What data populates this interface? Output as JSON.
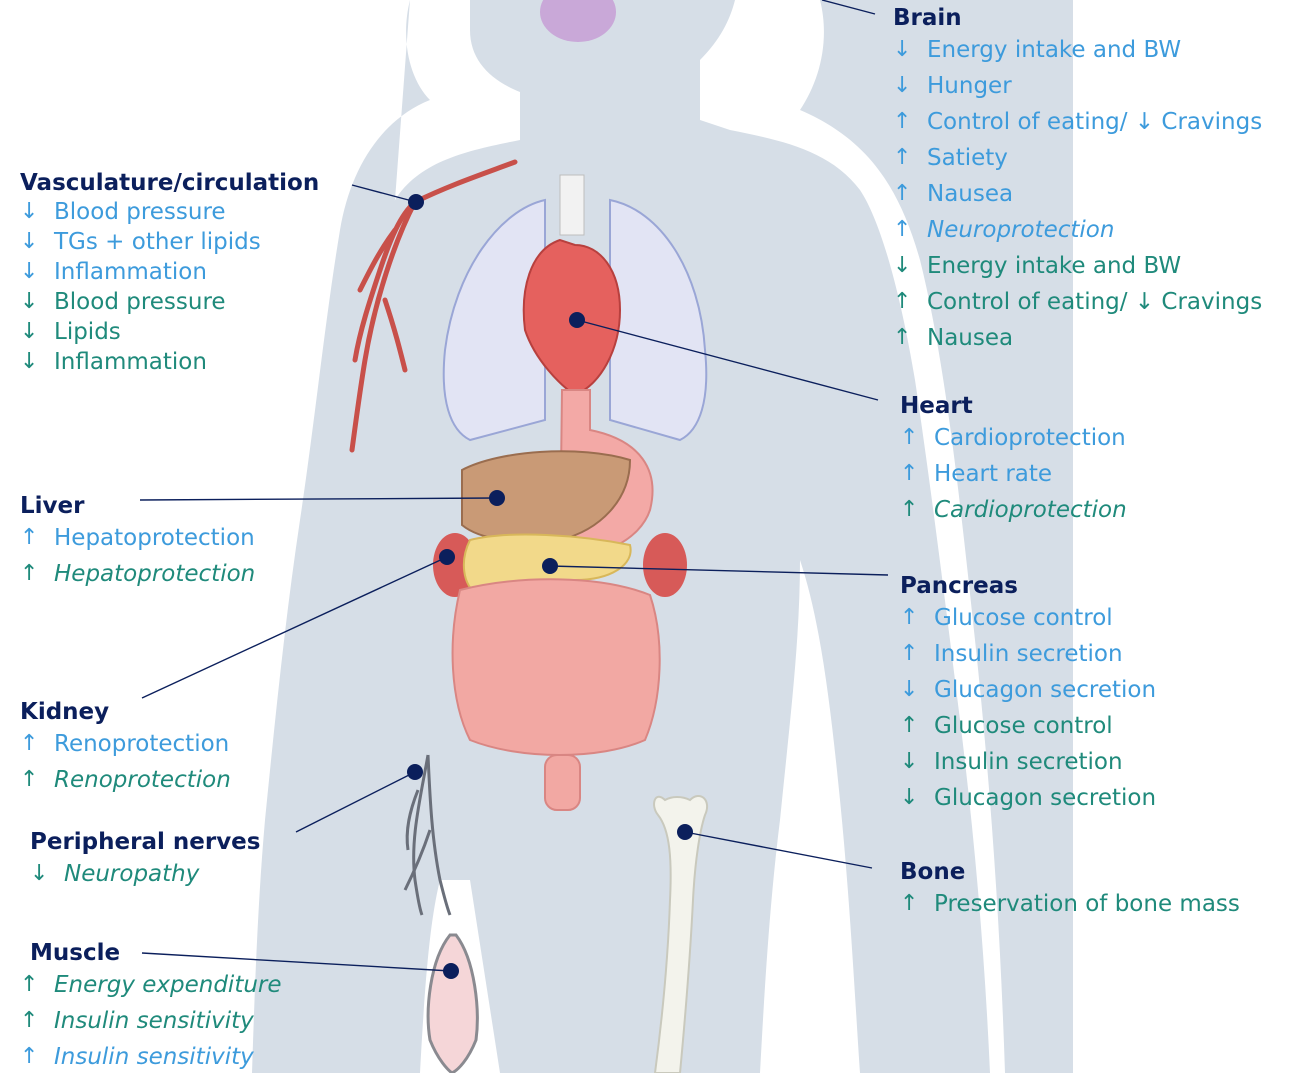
{
  "colors": {
    "title": "#0b1f5c",
    "blue": "#3d9bdc",
    "teal": "#1f8a7b",
    "body_silhouette": "#d6dee7",
    "leader_line": "#0b1f5c"
  },
  "organs": {
    "brain": {
      "title": "Brain",
      "items": [
        {
          "arrow": "↓",
          "text": "Energy intake and BW",
          "color": "blue",
          "italic": false
        },
        {
          "arrow": "↓",
          "text": "Hunger",
          "color": "blue",
          "italic": false
        },
        {
          "arrow": "↑",
          "text": "Control of eating/ ↓ Cravings",
          "color": "blue",
          "italic": false
        },
        {
          "arrow": "↑",
          "text": "Satiety",
          "color": "blue",
          "italic": false
        },
        {
          "arrow": "↑",
          "text": "Nausea",
          "color": "blue",
          "italic": false
        },
        {
          "arrow": "↑",
          "text": "Neuroprotection",
          "color": "blue",
          "italic": true
        },
        {
          "arrow": "↓",
          "text": "Energy intake and BW",
          "color": "teal",
          "italic": false
        },
        {
          "arrow": "↑",
          "text": "Control of eating/ ↓ Cravings",
          "color": "teal",
          "italic": false
        },
        {
          "arrow": "↑",
          "text": "Nausea",
          "color": "teal",
          "italic": false
        }
      ]
    },
    "vasculature": {
      "title": "Vasculature/circulation",
      "items": [
        {
          "arrow": "↓",
          "text": "Blood pressure",
          "color": "blue",
          "italic": false
        },
        {
          "arrow": "↓",
          "text": "TGs + other lipids",
          "color": "blue",
          "italic": false
        },
        {
          "arrow": "↓",
          "text": "Inflammation",
          "color": "blue",
          "italic": false
        },
        {
          "arrow": "↓",
          "text": "Blood pressure",
          "color": "teal",
          "italic": false
        },
        {
          "arrow": "↓",
          "text": "Lipids",
          "color": "teal",
          "italic": false
        },
        {
          "arrow": "↓",
          "text": "Inflammation",
          "color": "teal",
          "italic": false
        }
      ]
    },
    "heart": {
      "title": "Heart",
      "items": [
        {
          "arrow": "↑",
          "text": "Cardioprotection",
          "color": "blue",
          "italic": false
        },
        {
          "arrow": "↑",
          "text": "Heart rate",
          "color": "blue",
          "italic": false
        },
        {
          "arrow": "↑",
          "text": "Cardioprotection",
          "color": "teal",
          "italic": true
        }
      ]
    },
    "liver": {
      "title": "Liver",
      "items": [
        {
          "arrow": "↑",
          "text": "Hepatoprotection",
          "color": "blue",
          "italic": false
        },
        {
          "arrow": "↑",
          "text": "Hepatoprotection",
          "color": "teal",
          "italic": true
        }
      ]
    },
    "pancreas": {
      "title": "Pancreas",
      "items": [
        {
          "arrow": "↑",
          "text": "Glucose control",
          "color": "blue",
          "italic": false
        },
        {
          "arrow": "↑",
          "text": "Insulin secretion",
          "color": "blue",
          "italic": false
        },
        {
          "arrow": "↓",
          "text": "Glucagon secretion",
          "color": "blue",
          "italic": false
        },
        {
          "arrow": "↑",
          "text": "Glucose control",
          "color": "teal",
          "italic": false
        },
        {
          "arrow": "↓",
          "text": "Insulin secretion",
          "color": "teal",
          "italic": false
        },
        {
          "arrow": "↓",
          "text": "Glucagon secretion",
          "color": "teal",
          "italic": false
        }
      ]
    },
    "kidney": {
      "title": "Kidney",
      "items": [
        {
          "arrow": "↑",
          "text": "Renoprotection",
          "color": "blue",
          "italic": false
        },
        {
          "arrow": "↑",
          "text": "Renoprotection",
          "color": "teal",
          "italic": true
        }
      ]
    },
    "peripheral_nerves": {
      "title": "Peripheral nerves",
      "items": [
        {
          "arrow": "↓",
          "text": "Neuropathy",
          "color": "teal",
          "italic": true
        }
      ]
    },
    "bone": {
      "title": "Bone",
      "items": [
        {
          "arrow": "↑",
          "text": "Preservation of bone mass",
          "color": "teal",
          "italic": false
        }
      ]
    },
    "muscle": {
      "title": "Muscle",
      "items": [
        {
          "arrow": "↑",
          "text": "Energy expenditure",
          "color": "teal",
          "italic": true
        },
        {
          "arrow": "↑",
          "text": "Insulin sensitivity",
          "color": "teal",
          "italic": true
        },
        {
          "arrow": "↑",
          "text": "Insulin sensitivity",
          "color": "blue",
          "italic": true
        }
      ]
    }
  }
}
